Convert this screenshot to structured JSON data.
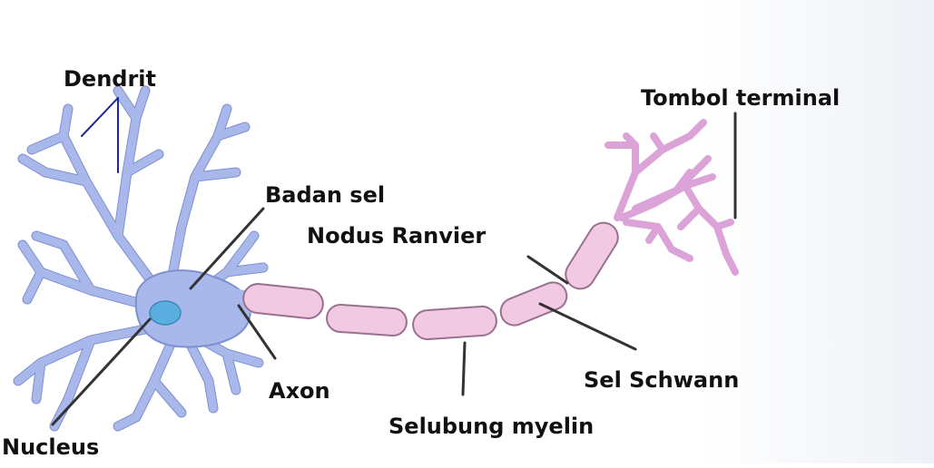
{
  "labels": {
    "dendrit": "Dendrit",
    "tombol_terminal": "Tombol terminal",
    "badan_sel": "Badan sel",
    "nodus_ranvier": "Nodus Ranvier",
    "axon": "Axon",
    "sel_schwann": "Sel Schwann",
    "selubung_myelin": "Selubung myelin",
    "nucleus": "Nucleus"
  },
  "colors": {
    "cell_body": "#a9b8ea",
    "cell_outline": "#7f90cf",
    "nucleus": "#5aaee0",
    "myelin": "#f1c9e2",
    "myelin_outline": "#9a7090",
    "terminal": "#dba3d8",
    "pointer": "#333333",
    "dendrit_pointer": "#1a2a9a"
  }
}
